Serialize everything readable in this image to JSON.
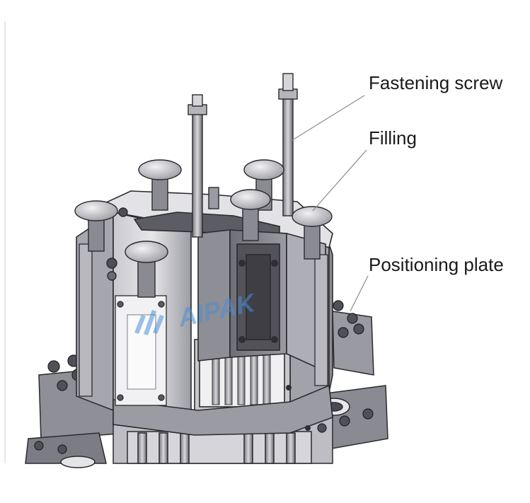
{
  "labels": {
    "fastening_screw": "Fastening screw",
    "filling": "Filling",
    "positioning_plate": "Positioning plate"
  },
  "watermark": {
    "text": "AIPAK",
    "color": "#4a8fd6"
  },
  "colors": {
    "metal_light": "#d4d4d8",
    "metal_mid": "#a9a9b0",
    "metal_dark": "#5e5e66",
    "outline": "#2a2a2e",
    "leader": "#8c8c8c"
  }
}
